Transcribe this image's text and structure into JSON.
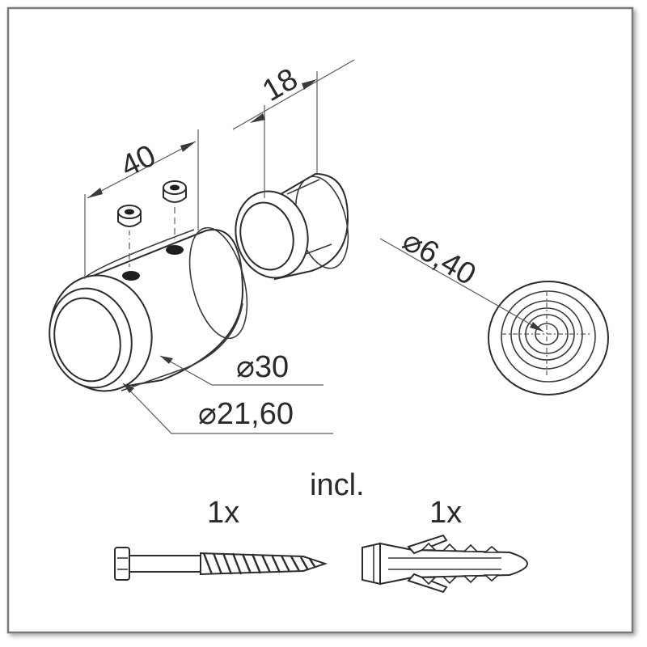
{
  "dimensions": {
    "length_40": "40",
    "length_18": "18",
    "dia_6_40": "⌀6,40",
    "dia_30": "⌀30",
    "dia_21_60": "⌀21,60"
  },
  "included": {
    "heading": "incl.",
    "screw_qty": "1x",
    "anchor_qty": "1x"
  },
  "colors": {
    "line": "#2c2c2c",
    "frame": "#7a7a7a",
    "background": "#ffffff"
  }
}
